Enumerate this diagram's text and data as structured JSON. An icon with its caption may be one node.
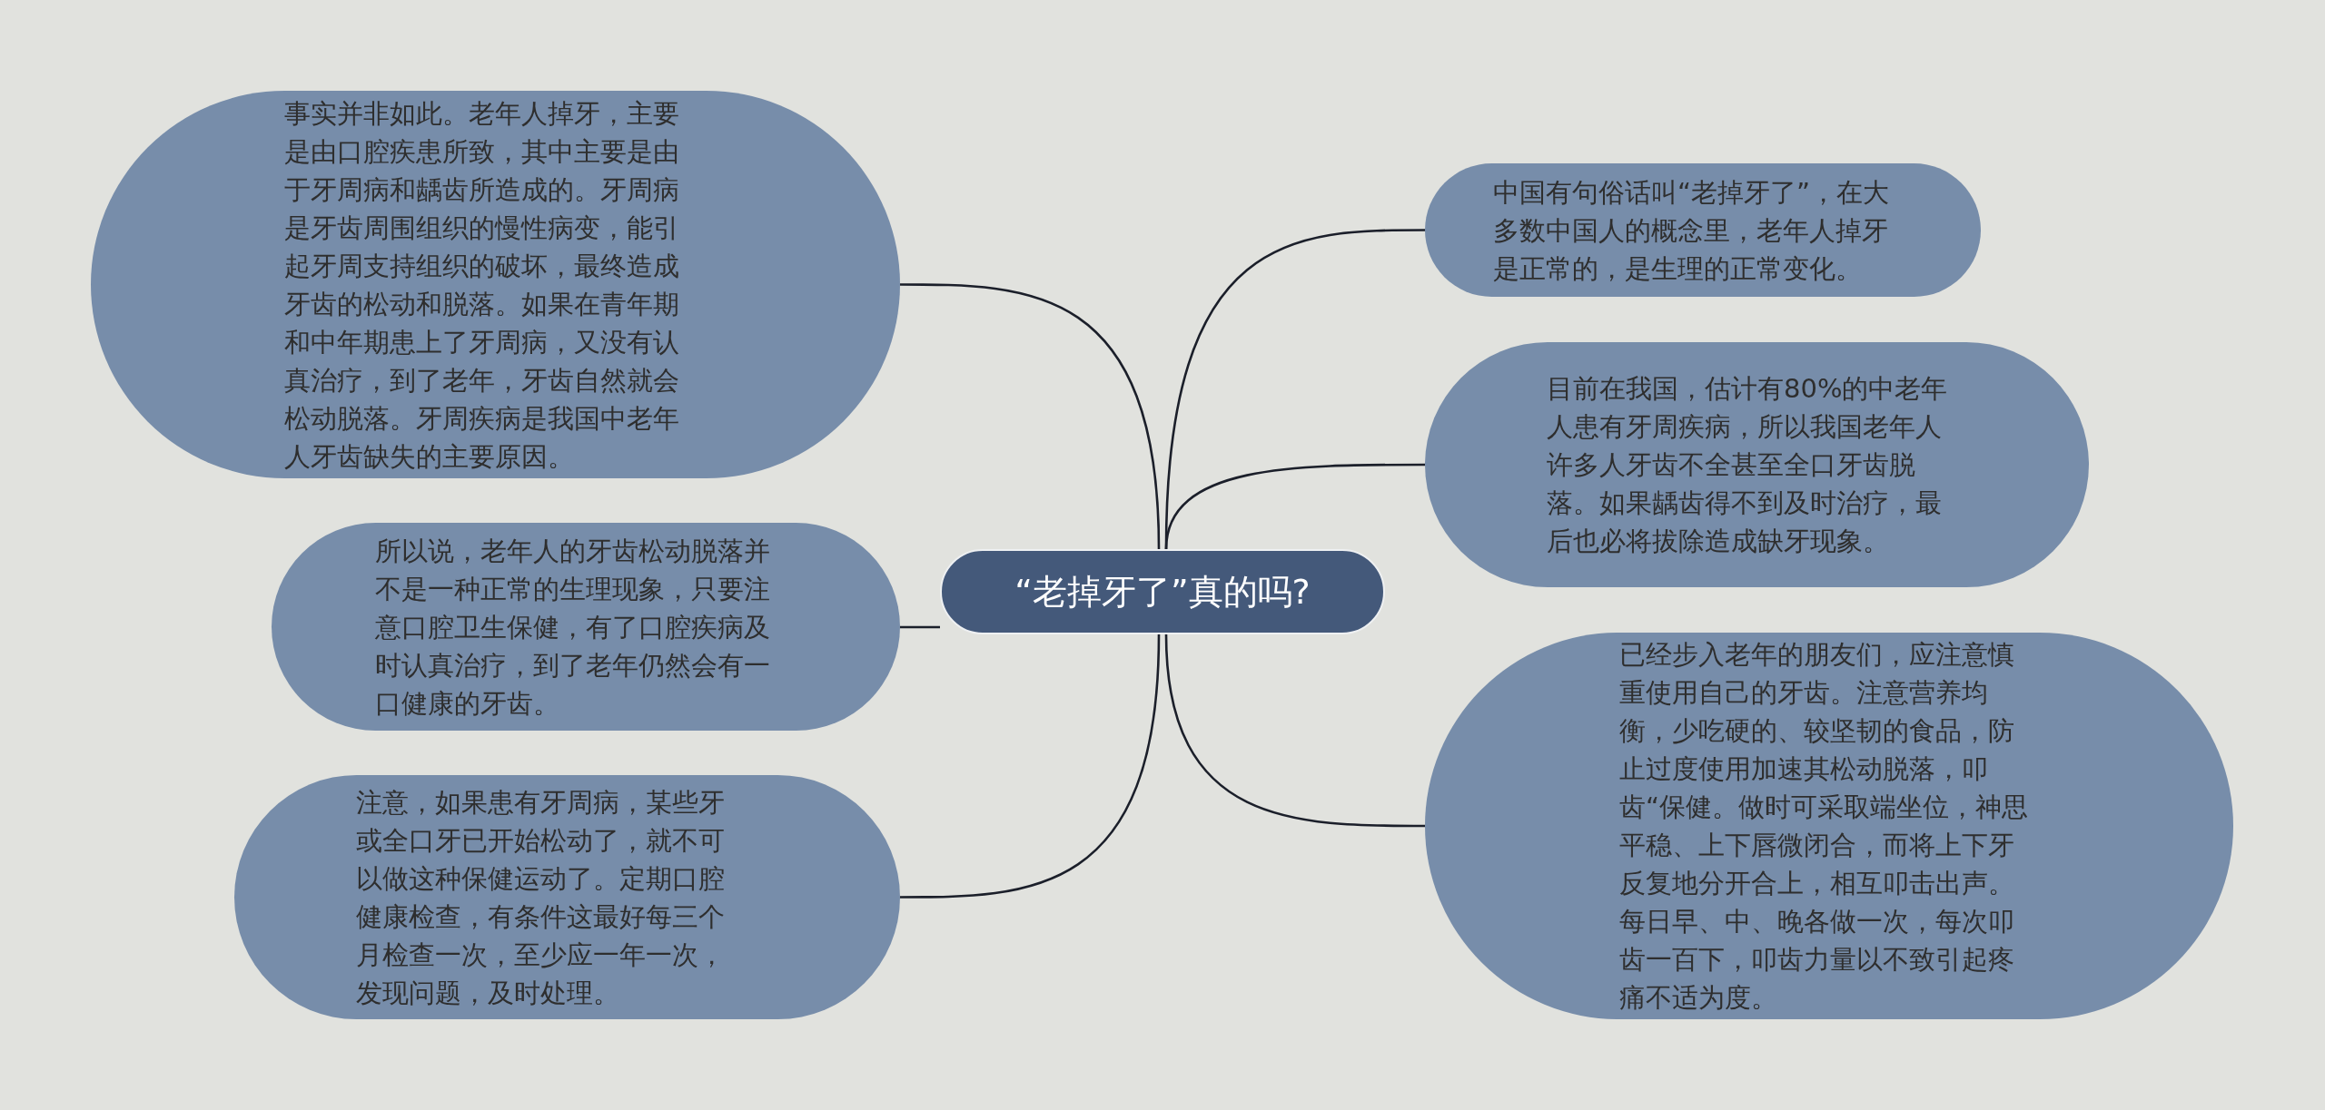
{
  "diagram": {
    "nodes": [
      {
        "text": [
          "“老掉牙了”真的吗?"
        ]
      },
      {
        "text": [
          "事实并非如此。老年人掉牙，主要是由口腔疾患所致，其中主要是由于牙周病和龋齿所造成的。牙周病是牙齿周围组织的慢性病变，能引起牙周支持组织的破坏，最终造成牙齿的松动和脱落。如果在青年期和中年期患上了牙周病，又没有认真治疗，到了老年，牙齿自然就会松动脱落。牙周疾病是我国中老年人牙齿缺失的主要原因。"
        ]
      },
      {
        "text": [
          "所以说，老年人的牙齿松动脱落并不是一种正常的生理现象，只要注意口腔卫生保健，有了口腔疾病及时认真治疗，到了老年仍然会有一口健康的牙齿。"
        ]
      },
      {
        "text": [
          "注意，如果患有牙周病，某些牙或全口牙已开始松动了，就不可以做这种保健运动了。定期口腔健康检查，有条件这最好每三个月检查一次，至少应一年一次，发现问题，及时处理。"
        ]
      },
      {
        "text": [
          "中国有句俗话叫“老掉牙了”，在大多数中国人的概念里，老年人掉牙是正常的，是生理的正常变化。"
        ]
      },
      {
        "text": [
          "目前在我国，估计有80%的中老年人患有牙周疾病，所以我国老年人许多人牙齿不全甚至全口牙齿脱落。如果龋齿得不到及时治疗，最后也必将拔除造成缺牙现象。"
        ]
      },
      {
        "text": [
          "已经步入老年的朋友们，应注意慎重使用自己的牙齿。注意营养均衡，少吃硬的、较坚韧的食品，防止过度使用加速其松动脱落，叩齿“保健。做时可采取端坐位，神思平稳、上下唇微闭合，而将上下牙反复地分开合上，相互叩击出声。每日早、中、晚各做一次，每次叩齿一百下，叩齿力量以不致引起疼痛不适为度。"
        ]
      }
    ],
    "edges": [
      {
        "from": 0,
        "to": 1,
        "arrow": "none"
      },
      {
        "from": 0,
        "to": 2,
        "arrow": "none"
      },
      {
        "from": 0,
        "to": 3,
        "arrow": "none"
      },
      {
        "from": 0,
        "to": 4,
        "arrow": "none"
      },
      {
        "from": 0,
        "to": 5,
        "arrow": "none"
      },
      {
        "from": 0,
        "to": 6,
        "arrow": "none"
      }
    ]
  }
}
